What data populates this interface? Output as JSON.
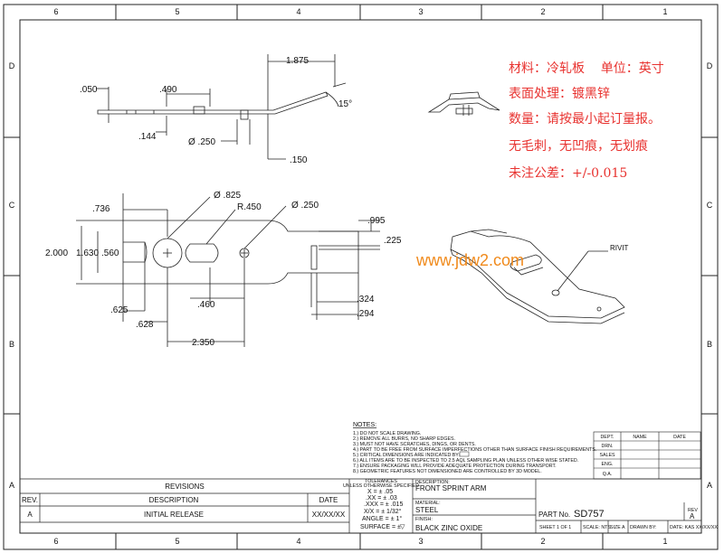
{
  "zones": {
    "columns": [
      "6",
      "5",
      "4",
      "3",
      "2",
      "1"
    ],
    "rows": [
      "D",
      "C",
      "B",
      "A"
    ]
  },
  "dimensions": {
    "d_1875": "1.875",
    "d_050": ".050",
    "d_490": ".490",
    "d_15deg": "15°",
    "d_144": ".144",
    "d_dia250_top": "Ø .250",
    "d_150": ".150",
    "d_736": ".736",
    "d_dia825": "Ø .825",
    "d_r450": "R.450",
    "d_dia250": "Ø .250",
    "d_995": ".995",
    "d_225": ".225",
    "d_2000": "2.000",
    "d_1630": "1.630",
    "d_560": ".560",
    "d_460": ".460",
    "d_324": ".324",
    "d_294": ".294",
    "d_625": ".625",
    "d_628": ".628",
    "d_2350": "2.350"
  },
  "callouts": {
    "rivit": "RIVIT"
  },
  "annotations": {
    "line1": "材料：冷轧板    单位：英寸",
    "line2": "表面处理：镀黑锌",
    "line3": "数量：请按最小起订量报。",
    "line4": "无毛刺，无凹痕，无划痕",
    "line5": "未注公差：+/-0.015"
  },
  "watermark": "www.jdw2.com",
  "notes": {
    "title": "NOTES:",
    "items": [
      "1.) DO NOT SCALE DRAWING.",
      "2.) REMOVE ALL BURRS, NO SHARP EDGES.",
      "3.) MUST NOT HAVE SCRATCHES, DINGS, OR DENTS.",
      "4.) PART TO BE FREE FROM SURFACE IMPERFECTIONS OTHER THAN SURFACE FINISH REQUIREMENTS.",
      "5.) CRITICAL DIMENSIONS ARE INDICATED BY:",
      "6.) ALL ITEMS ARE TO BE INSPECTED TO 2.5 AQL SAMPLING PLAN UNLESS OTHER WISE STATED.",
      "7.) ENSURE PACKAGING WILL PROVIDE ADEQUATE PROTECTION DURING TRANSPORT.",
      "8.) GEOMETRIC FEATURES NOT DIMENSIONED ARE CONTROLLED BY 3D MODEL."
    ]
  },
  "approval": {
    "headers": [
      "DEPT.",
      "NAME",
      "DATE"
    ],
    "rows": [
      "DRN.",
      "SALES",
      "ENG.",
      "Q.A."
    ]
  },
  "revisions": {
    "title": "REVISIONS",
    "headers": [
      "REV.",
      "DESCRIPTION",
      "DATE"
    ],
    "rows": [
      {
        "rev": "A",
        "description": "INITIAL RELEASE",
        "date": "XX/XX/XX"
      }
    ]
  },
  "tolerances": {
    "title": "TOLERANCES",
    "subtitle": "UNLESS OTHERWISE SPECIFIED",
    "lines": [
      "X = ± .05",
      ".XX = ± .03",
      ".XXX = ± .015",
      "X/X = ± 1/32°",
      "ANGLE = ± 1°",
      "SURFACE = ±"
    ]
  },
  "title_block": {
    "description_label": "DESCRIPTION:",
    "description": "FRONT SPRINT ARM",
    "material_label": "MATERIAL:",
    "material": "STEEL",
    "finish_label": "FINISH:",
    "finish": "BLACK ZINC OXIDE",
    "part_no_label": "PART No.",
    "part_no": "SD757",
    "rev_label": "REV",
    "rev": "A",
    "sheet": "SHEET 1 OF 1",
    "scale": "SCALE: NTS",
    "size": "SIZE A",
    "drawn": "DRAWN BY:",
    "date": "DATE: KAS XX/XX/XX"
  }
}
